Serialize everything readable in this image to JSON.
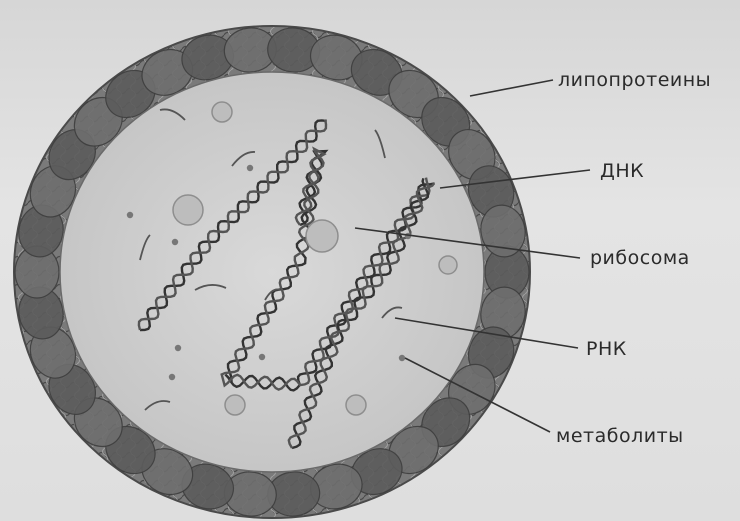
{
  "labels": {
    "lipoproteins": "липопротеины",
    "dna": "ДНК",
    "ribosome": "рибосома",
    "rna": "РНК",
    "metabolites": "метаболиты"
  },
  "colors": {
    "background": "#dcdcdc",
    "membrane_dark": "#5a5a5a",
    "membrane_mid": "#8a8a8a",
    "cytoplasm": "#cfcfcf",
    "strand": "#3a3a3a",
    "leader_line": "#333333"
  }
}
